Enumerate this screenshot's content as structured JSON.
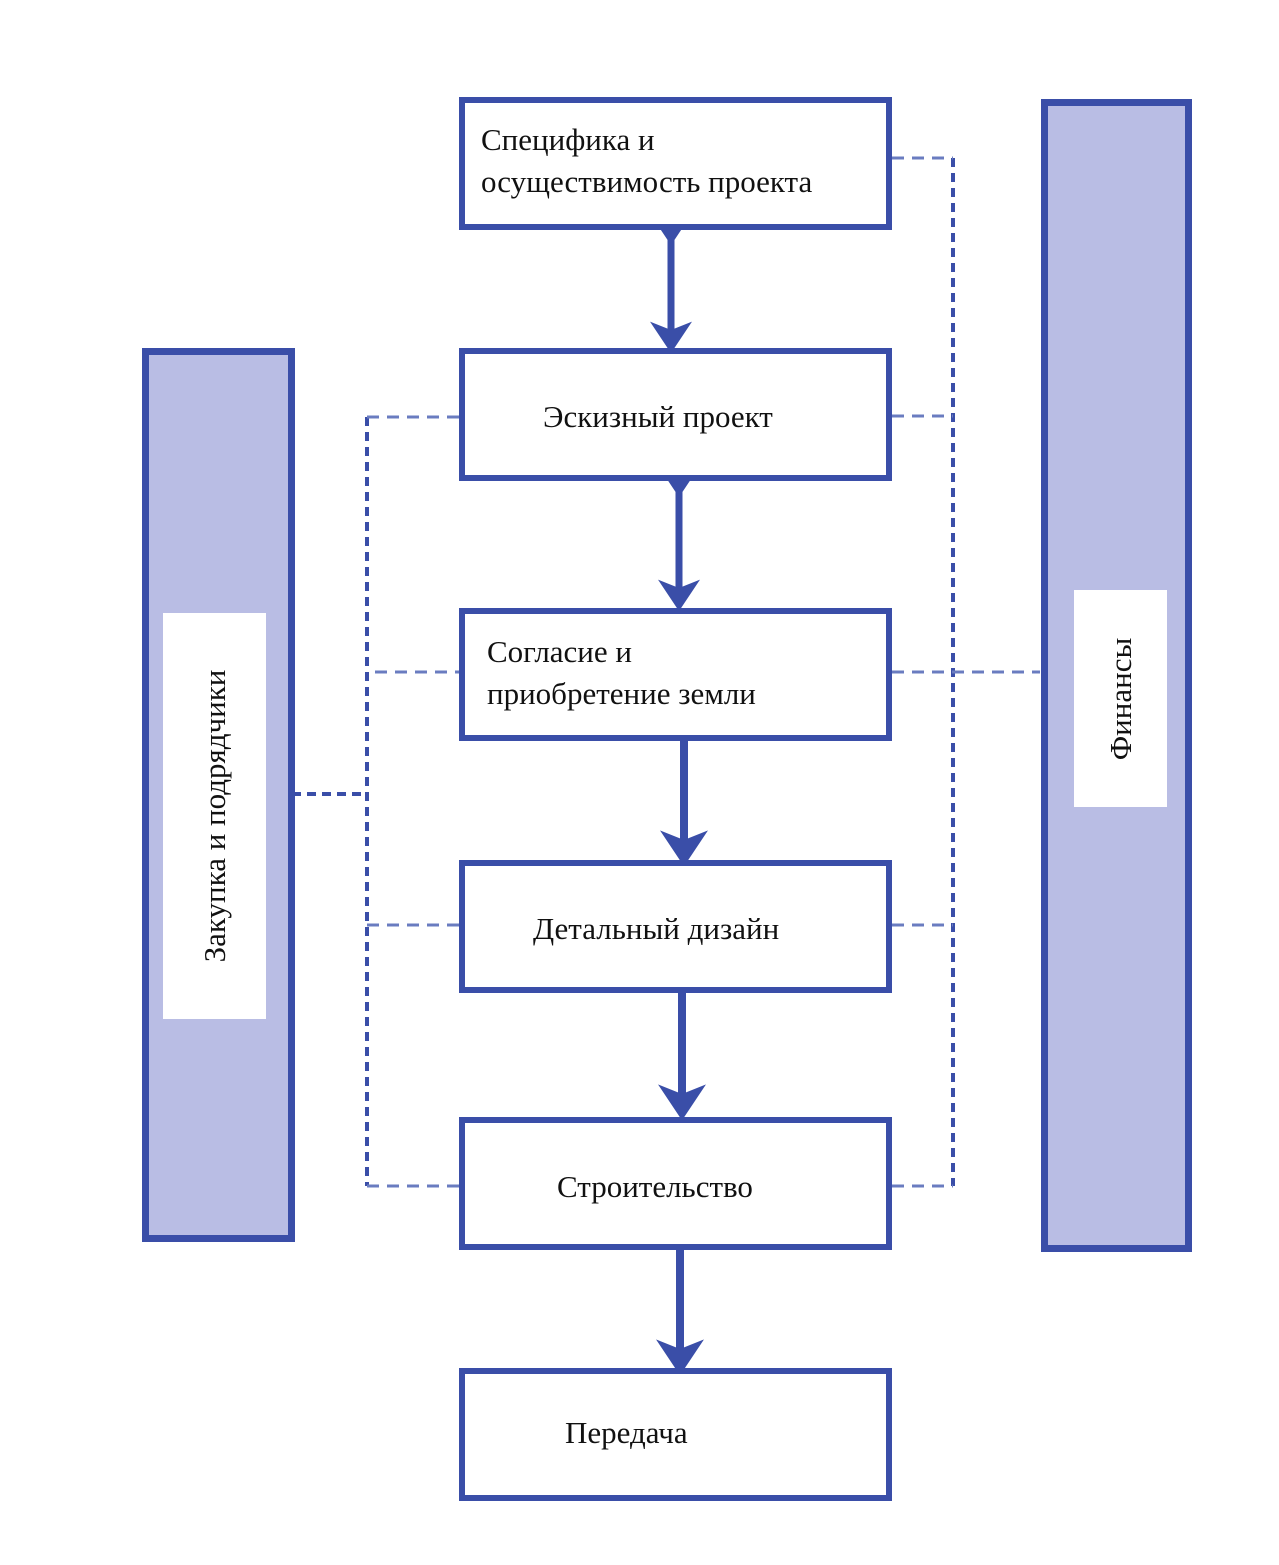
{
  "diagram": {
    "stages": [
      {
        "id": "spec",
        "label": "Специфика и\nосуществимость проекта"
      },
      {
        "id": "sketch",
        "label": "Эскизный проект"
      },
      {
        "id": "land",
        "label": "Согласие и\nприобретение земли"
      },
      {
        "id": "detail",
        "label": "Детальный дизайн"
      },
      {
        "id": "build",
        "label": "Строительство"
      },
      {
        "id": "handover",
        "label": "Передача"
      }
    ],
    "side_panels": {
      "left": {
        "label": "Закупка и подрядчики"
      },
      "right": {
        "label": "Финансы"
      }
    },
    "connections": [
      {
        "from": "spec",
        "to": "sketch",
        "type": "bidirectional"
      },
      {
        "from": "sketch",
        "to": "land",
        "type": "bidirectional"
      },
      {
        "from": "land",
        "to": "detail",
        "type": "directed"
      },
      {
        "from": "detail",
        "to": "build",
        "type": "directed"
      },
      {
        "from": "build",
        "to": "handover",
        "type": "directed"
      }
    ],
    "dashed_links": {
      "left_panel_to": [
        "sketch",
        "land",
        "detail",
        "build"
      ],
      "right_panel_to": [
        "spec",
        "sketch",
        "land",
        "detail",
        "build"
      ]
    },
    "colors": {
      "border": "#3a4ea8",
      "panel_fill": "#b9bde4",
      "dashed": "#6a7cc0"
    }
  }
}
